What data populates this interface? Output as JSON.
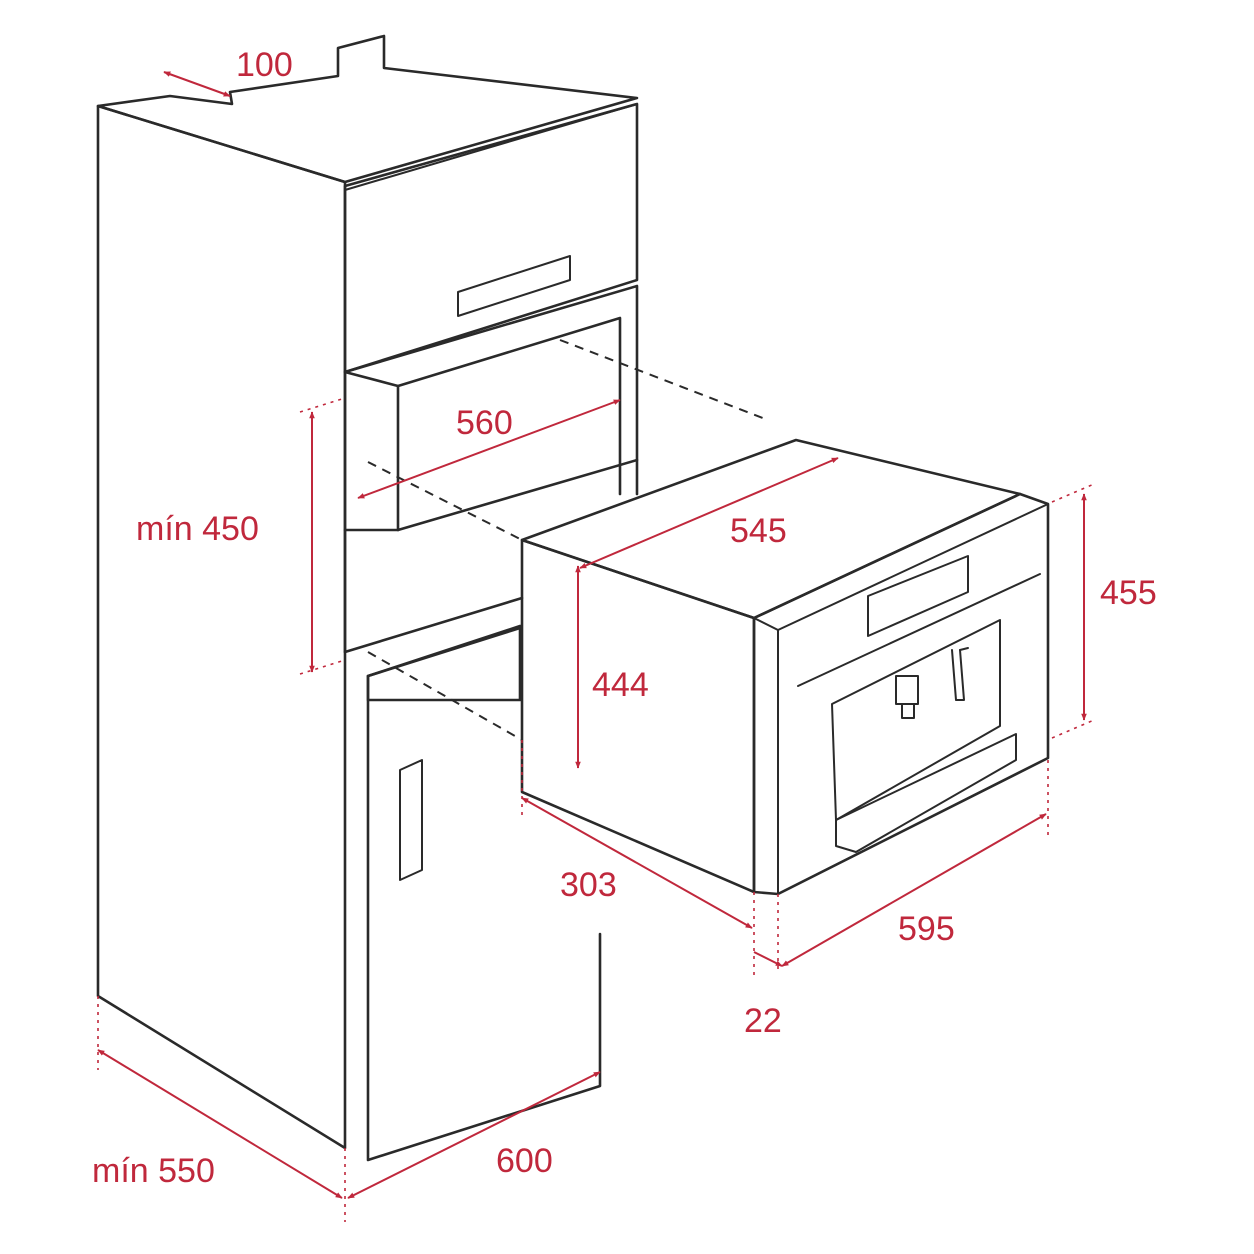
{
  "colors": {
    "line": "#2a2a2a",
    "dimension": "#c0283c",
    "background": "#ffffff"
  },
  "dimensions": {
    "top_gap": "100",
    "niche_depth": "560",
    "niche_min_height": "mín 450",
    "appliance_depth": "545",
    "appliance_height": "455",
    "body_height": "444",
    "body_depth": "303",
    "front_width": "595",
    "front_thickness": "22",
    "cabinet_min_depth": "mín 550",
    "cabinet_width": "600"
  }
}
